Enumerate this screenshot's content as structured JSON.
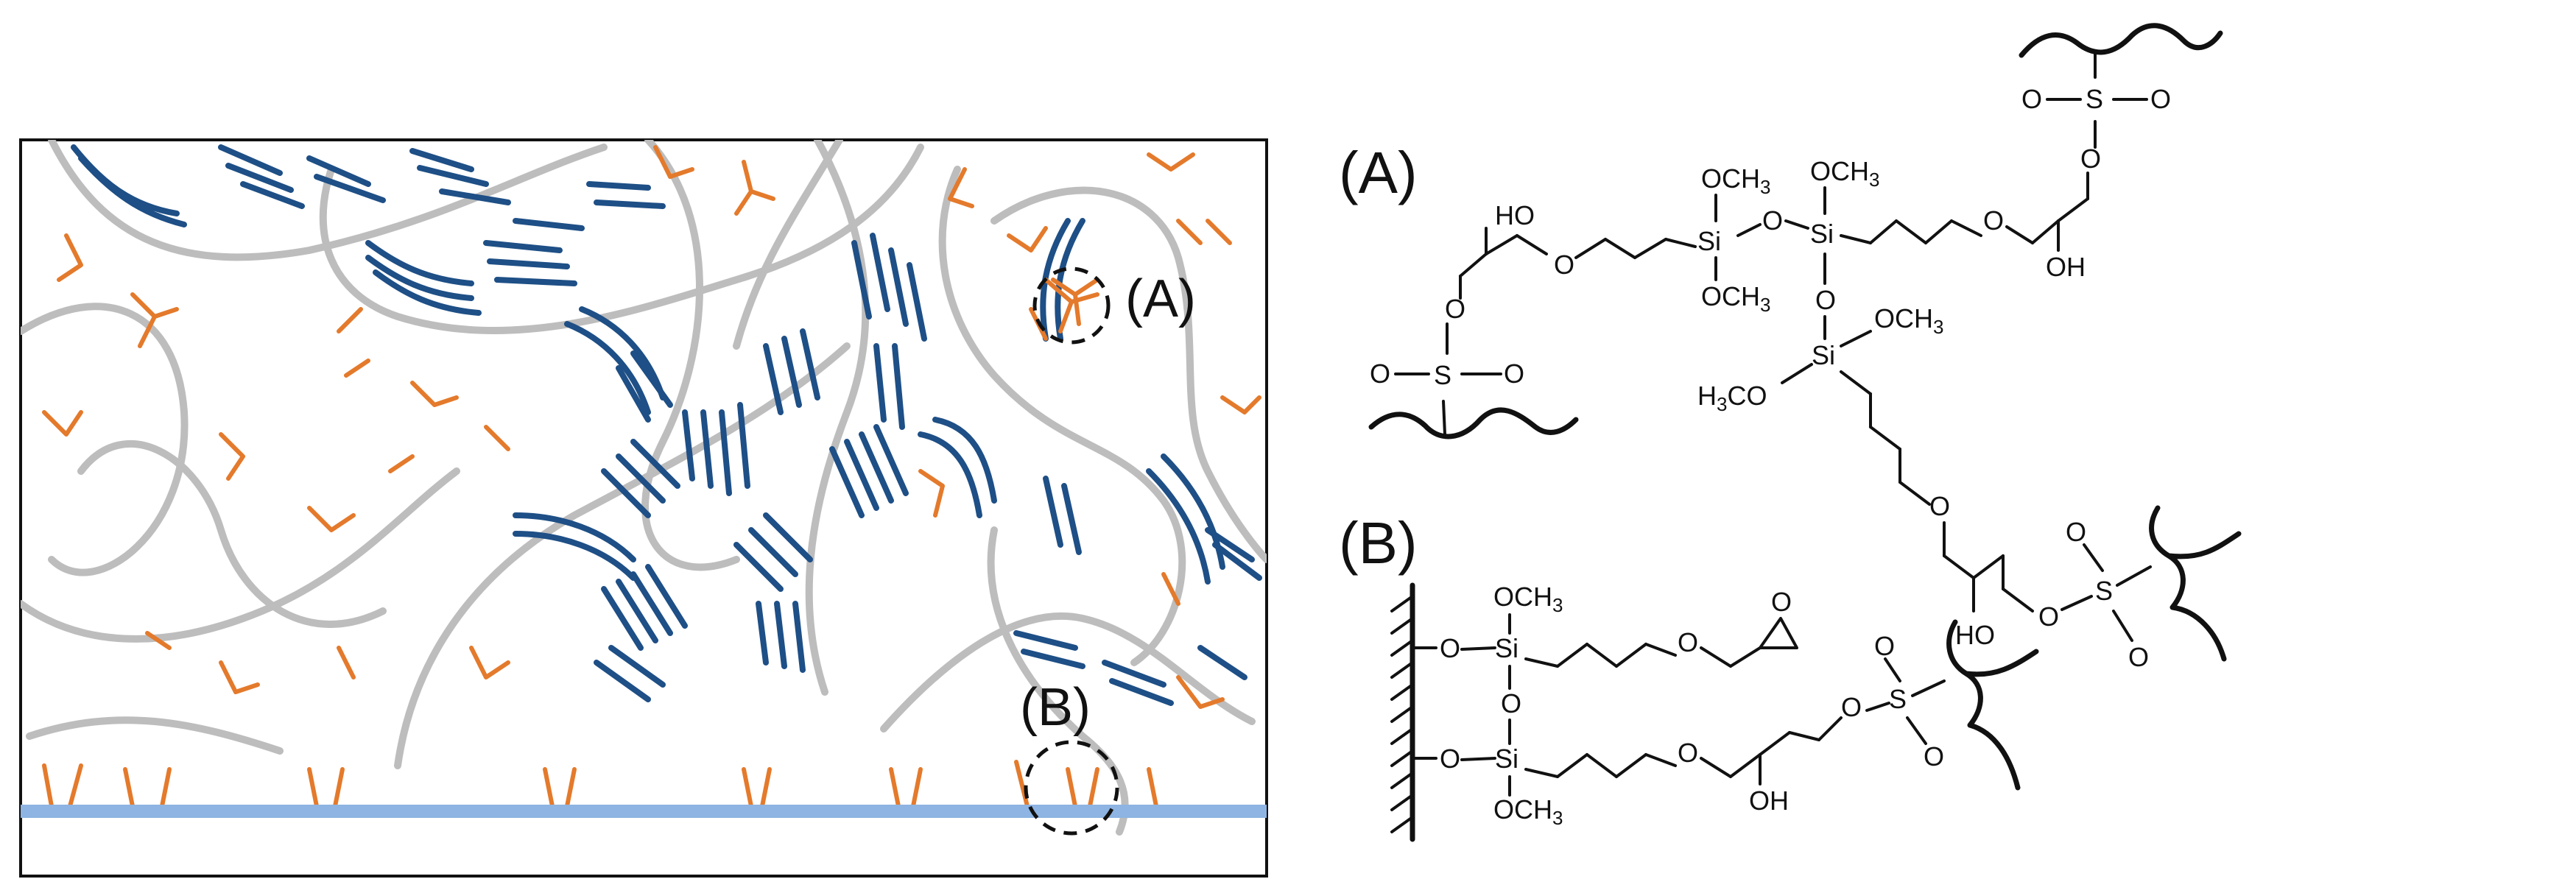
{
  "labels": {
    "panel_a": "(A)",
    "panel_b": "(B)",
    "callout_a": "(A)",
    "callout_b": "(B)"
  },
  "atoms": {
    "si": "Si",
    "o": "O",
    "s": "S",
    "ho": "HO",
    "oh": "OH",
    "och3_main": "OCH",
    "och3_sub": "3",
    "h3co_h": "H",
    "h3co_sub": "3",
    "h3co_tail": "CO"
  },
  "colors": {
    "fiber": "#bdbdbd",
    "chain": "#1e4f86",
    "crosslinker": "#e47a2c",
    "substrate": "#8db4e2",
    "ink": "#111111"
  }
}
